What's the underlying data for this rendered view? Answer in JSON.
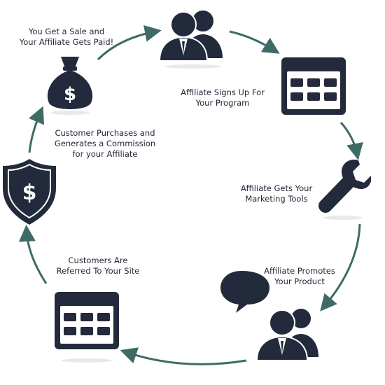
{
  "colors": {
    "icon_dark": "#232a3b",
    "arrow_teal": "#3f6b66",
    "text": "#1f2535",
    "white": "#ffffff"
  },
  "steps": [
    {
      "id": "sale",
      "icon": "money-bag-icon",
      "lines": [
        "You Get a Sale and",
        "Your Affiliate Gets Paid!"
      ]
    },
    {
      "id": "signup",
      "icon": "users-icon",
      "lines": [
        "Affiliate Signs Up For",
        "Your Program"
      ]
    },
    {
      "id": "tools",
      "icon": "calendar-grid-icon",
      "lines": [
        "Affiliate Gets Your",
        "Marketing Tools"
      ]
    },
    {
      "id": "promotes",
      "icon": "wrench-icon",
      "lines": [
        "Affiliate Promotes",
        "Your Product"
      ]
    },
    {
      "id": "referred",
      "icon": "users-speech-icon",
      "lines": [
        "Customers Are",
        "Referred To Your Site"
      ]
    },
    {
      "id": "purchase",
      "icon": "calendar-grid-icon",
      "lines": [
        "Customer Purchases and",
        "Generates a Commission",
        "for your Affiliate"
      ]
    },
    {
      "id": "shield",
      "icon": "shield-dollar-icon",
      "lines": []
    }
  ]
}
